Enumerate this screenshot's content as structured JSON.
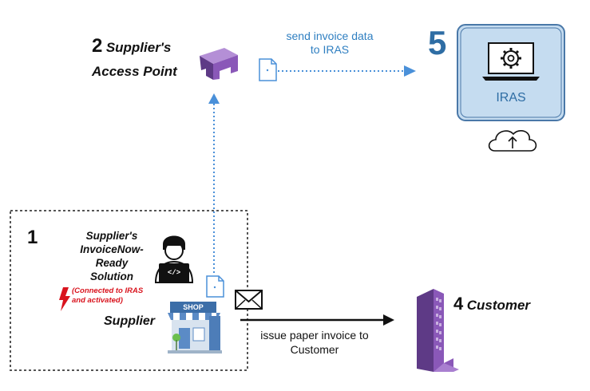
{
  "step2": {
    "number": "2",
    "title_line1": "Supplier's",
    "title_line2": "Access Point"
  },
  "send_label": {
    "line1": "send invoice data",
    "line2": "to IRAS"
  },
  "step5": {
    "number": "5",
    "box_label": "IRAS"
  },
  "step1": {
    "number": "1",
    "solution_line1": "Supplier's",
    "solution_line2": "InvoiceNow-",
    "solution_line3": "Ready",
    "solution_line4": "Solution",
    "note_line1": "(Connected to IRAS",
    "note_line2": "and activated)",
    "supplier_label": "Supplier",
    "shop_sign": "SHOP",
    "code_glyph": "</>"
  },
  "issue_label": {
    "line1": "issue paper invoice to",
    "line2": "Customer"
  },
  "step4": {
    "number": "4",
    "title": "Customer"
  },
  "colors": {
    "dotted_blue": "#4a90d9",
    "iras_fill": "#c5dcf0",
    "iras_border": "#4a78a8",
    "iras_text": "#2e6da4",
    "building": "#7b4a9e",
    "access_point": "#7e4fa3",
    "lightning": "#d9141e"
  }
}
